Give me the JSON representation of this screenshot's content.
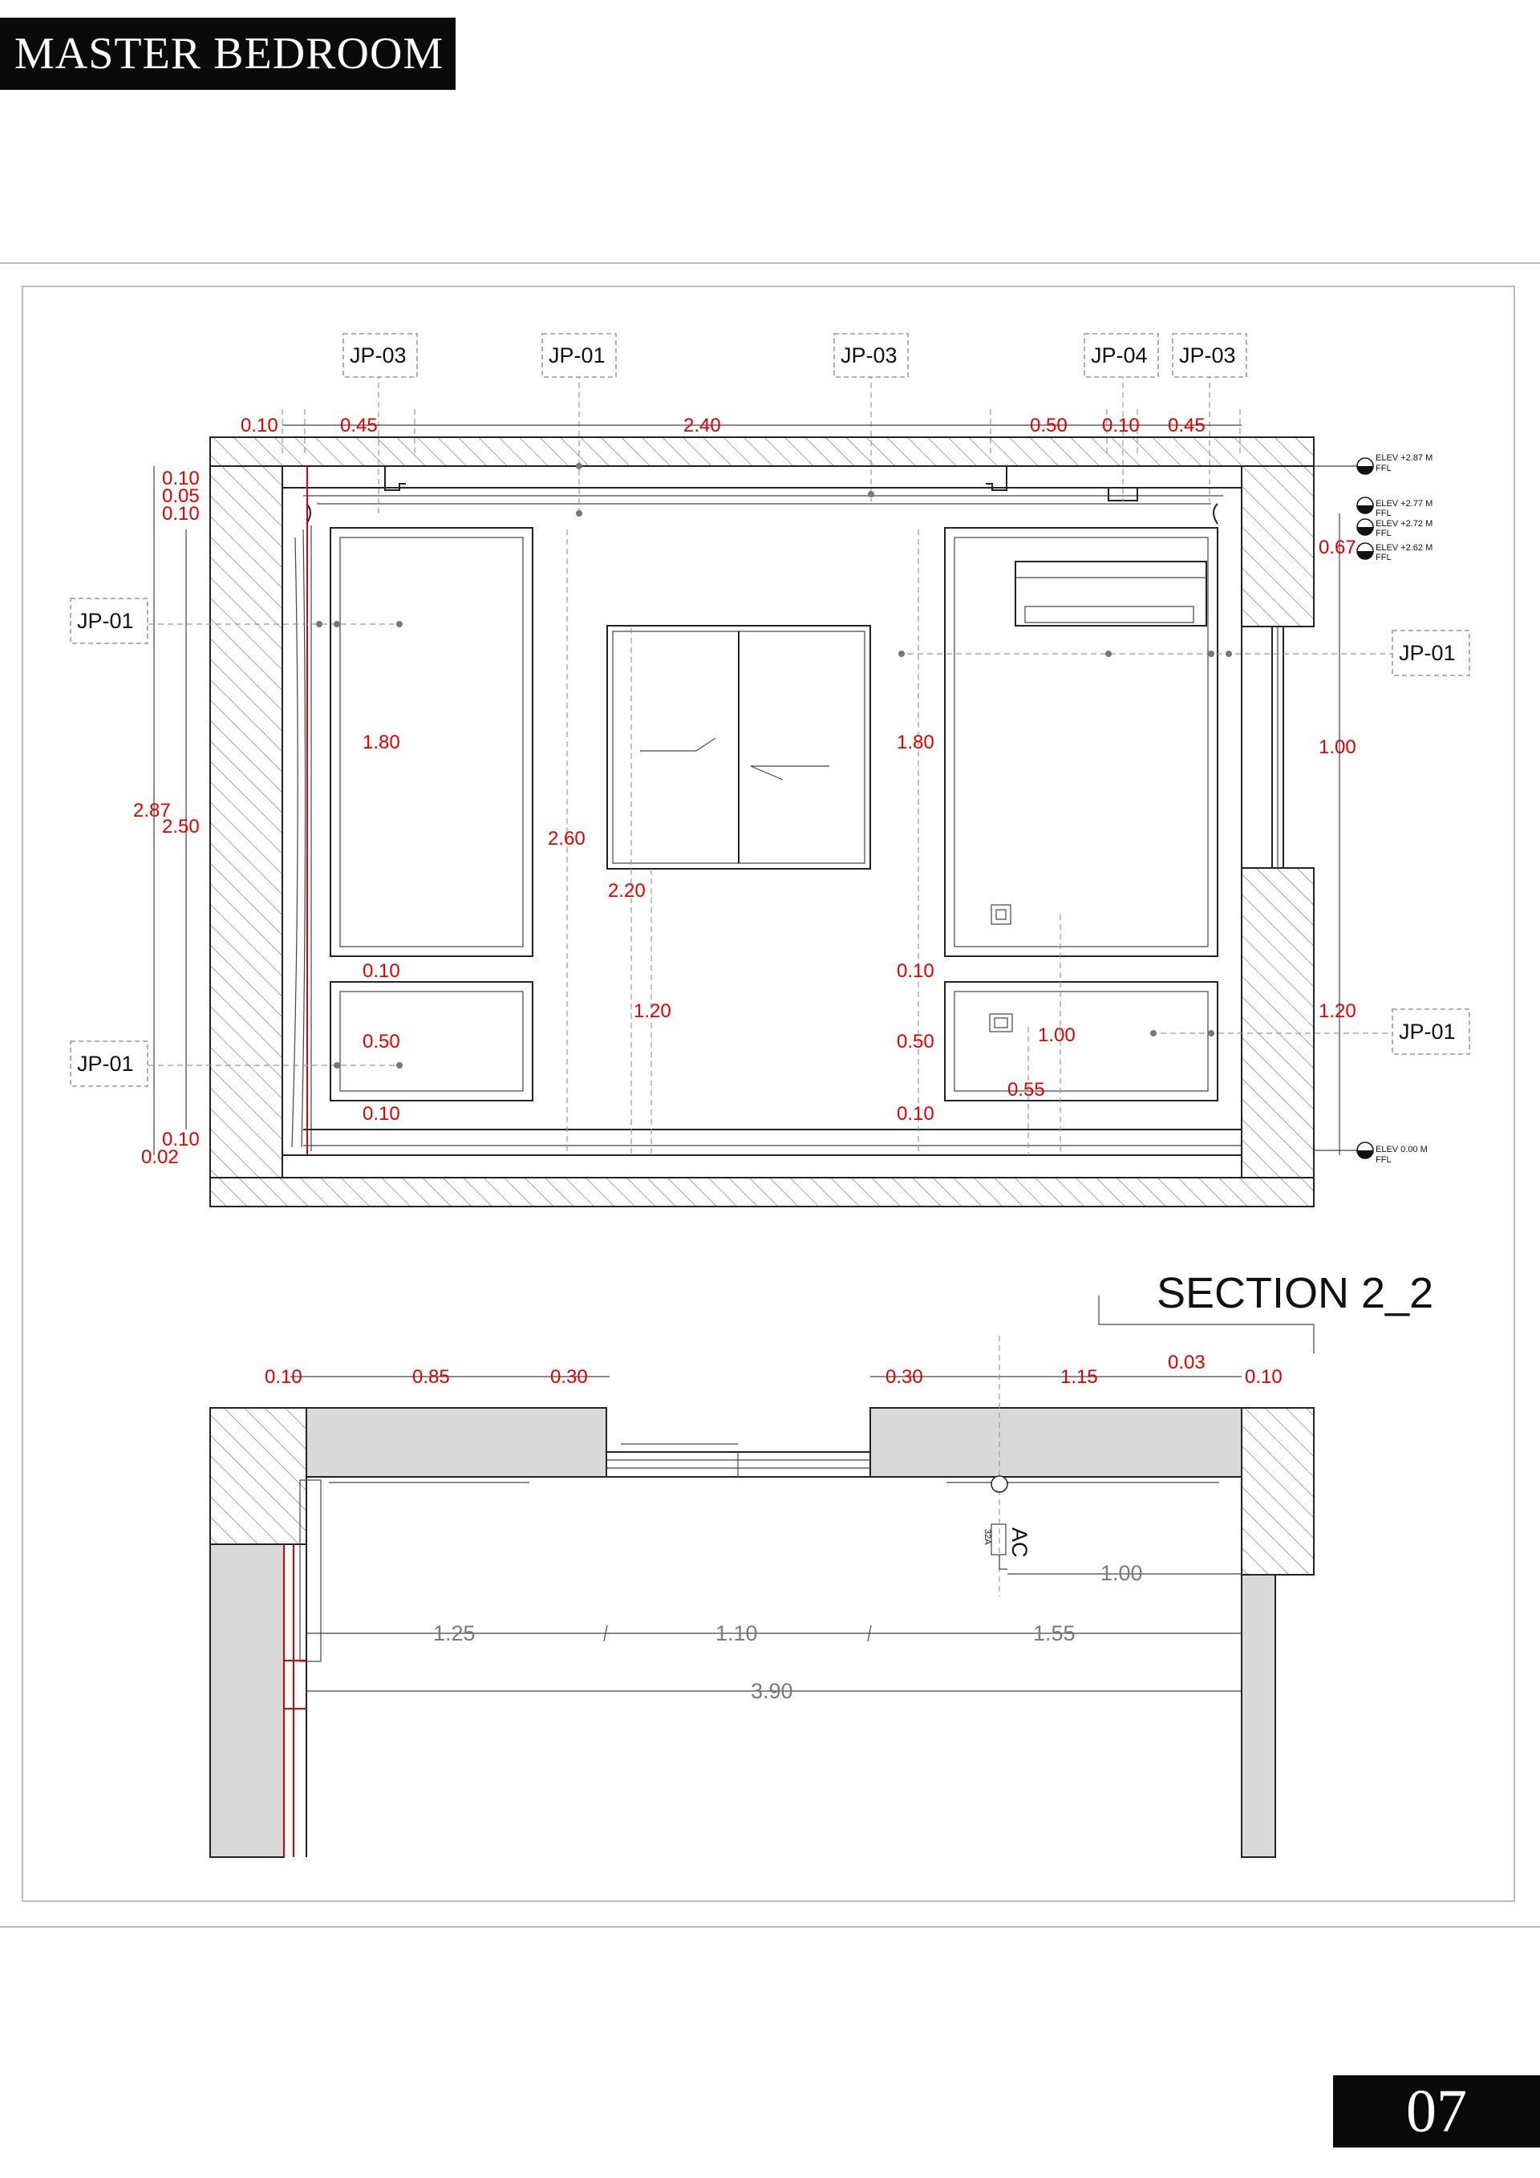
{
  "header": {
    "title": "MASTER BEDROOM"
  },
  "footer": {
    "page_number": "07"
  },
  "elevation": {
    "tags": {
      "top_1": "JP-03",
      "top_2": "JP-01",
      "top_3": "JP-03",
      "top_4": "JP-04",
      "top_5": "JP-03",
      "left_1": "JP-01",
      "left_2": "JP-01",
      "right_1": "JP-01",
      "right_2": "JP-01"
    },
    "levels": [
      {
        "value": "ELEV  +2.87 M",
        "ref": "FFL"
      },
      {
        "value": "ELEV  +2.77 M",
        "ref": "FFL"
      },
      {
        "value": "ELEV  +2.72 M",
        "ref": "FFL"
      },
      {
        "value": "ELEV  +2.62 M",
        "ref": "FFL"
      },
      {
        "value": "ELEV  0.00 M",
        "ref": "FFL"
      }
    ],
    "dims": {
      "top_a": "0.10",
      "top_b": "0.45",
      "top_c": "2.40",
      "top_d": "0.50",
      "top_e": "0.10",
      "top_f": "0.45",
      "left_a": "0.10",
      "left_b": "0.05",
      "left_c": "0.10",
      "left_total": "2.87",
      "left_inner": "2.50",
      "left_d": "0.10",
      "left_e": "0.02",
      "panel_l_h": "1.80",
      "panel_l_gap": "0.10",
      "panel_l_low": "0.50",
      "panel_l_base": "0.10",
      "center_h": "2.60",
      "window_sill": "2.20",
      "window_low": "1.20",
      "panel_r_h": "1.80",
      "panel_r_gap": "0.10",
      "panel_r_low": "0.50",
      "panel_r_base": "0.10",
      "socket_h": "1.00",
      "socket_off": "0.55",
      "right_a": "0.67",
      "right_b": "1.00",
      "right_c": "1.20"
    }
  },
  "section": {
    "title": "SECTION 2_2",
    "dims": {
      "a": "0.10",
      "b": "0.85",
      "c": "0.30",
      "d": "0.30",
      "e": "1.15",
      "f": "0.03",
      "g": "0.10",
      "ac_offset": "1.00",
      "span_1": "1.25",
      "span_2": "1.10",
      "span_3": "1.55",
      "total": "3.90"
    },
    "ac_label": "AC",
    "ac_rating": "32A"
  }
}
